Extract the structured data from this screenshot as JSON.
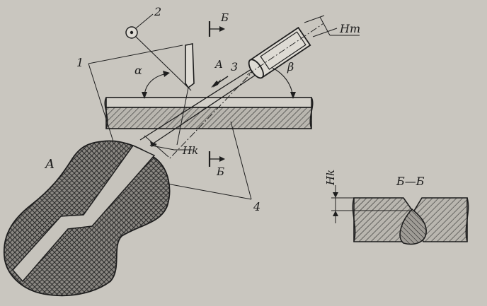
{
  "colors": {
    "background": "#c9c6bf",
    "ink": "#1e1e1e",
    "section_fill": "#8a8782"
  },
  "labels": {
    "callout_1": "1",
    "callout_2": "2",
    "callout_3": "3",
    "callout_4": "4",
    "alpha": "α",
    "beta": "β",
    "h_t": "Hт",
    "h_k_main": "Hk",
    "h_k_section": "Hk",
    "view_a": "A",
    "direction_a": "A",
    "section_mark_top": "Б",
    "section_mark_bottom": "Б",
    "section_title": "Б—Б"
  }
}
